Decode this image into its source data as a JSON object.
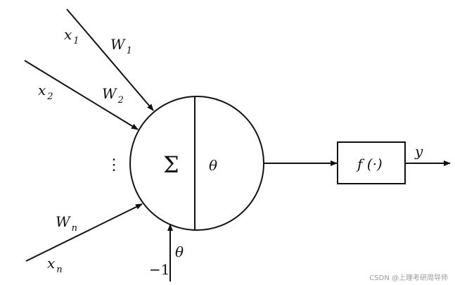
{
  "inputs": [
    {
      "x": "x",
      "x_sub": "1",
      "w": "W",
      "w_sub": "1"
    },
    {
      "x": "x",
      "x_sub": "2",
      "w": "W",
      "w_sub": "2"
    },
    {
      "x": "x",
      "x_sub": "n",
      "w": "W",
      "w_sub": "n"
    }
  ],
  "ellipsis": "⋮",
  "neuron": {
    "sum_symbol": "Σ",
    "threshold_symbol": "θ"
  },
  "bias": {
    "input_label": "−1",
    "weight_label": "θ"
  },
  "activation": {
    "label": "f (·)"
  },
  "output": {
    "label": "y"
  },
  "watermark": "CSDN @上理考研周导师"
}
